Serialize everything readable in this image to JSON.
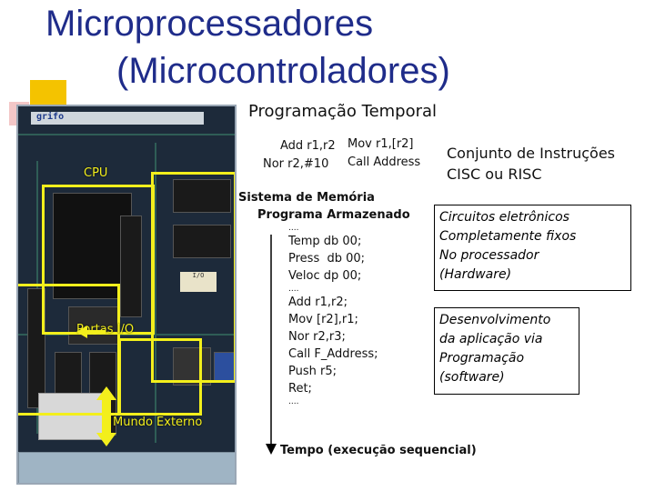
{
  "title": {
    "line1": "Microprocessadores",
    "line2": "(Microcontroladores)"
  },
  "section_title": "Programação Temporal",
  "instructions_left": [
    "Add r1,r2",
    "Nor r2,#10"
  ],
  "instructions_right": [
    "Mov r1,[r2]",
    "Call Address"
  ],
  "instruction_set": {
    "line1": "Conjunto de Instruções",
    "line2": "CISC ou RISC"
  },
  "memory_heading": {
    "line1": "Sistema de Memória",
    "line2": "Programa Armazenado"
  },
  "program_listing": [
    "....",
    "Temp db 00;",
    "Press  db 00;",
    "Veloc dp 00;",
    "....",
    "Add r1,r2;",
    "Mov [r2],r1;",
    "Nor r2,r3;",
    "Call F_Address;",
    "Push r5;",
    "Ret;",
    "...."
  ],
  "box_hardware": [
    "Circuitos eletrônicos",
    "Completamente fixos",
    "No processador",
    "(Hardware)"
  ],
  "box_software": [
    "Desenvolvimento",
    "da aplicação via",
    "Programação",
    "(software)"
  ],
  "time_axis_label": "Tempo (execução sequencial)",
  "board_labels": {
    "cpu": "CPU",
    "ports": "Portas I/O",
    "external": "Mundo Externo"
  },
  "board_brand": "grifo",
  "colors": {
    "title": "#1f2c8a",
    "highlight": "#f3ef1c",
    "board": "#1d2a3a"
  }
}
